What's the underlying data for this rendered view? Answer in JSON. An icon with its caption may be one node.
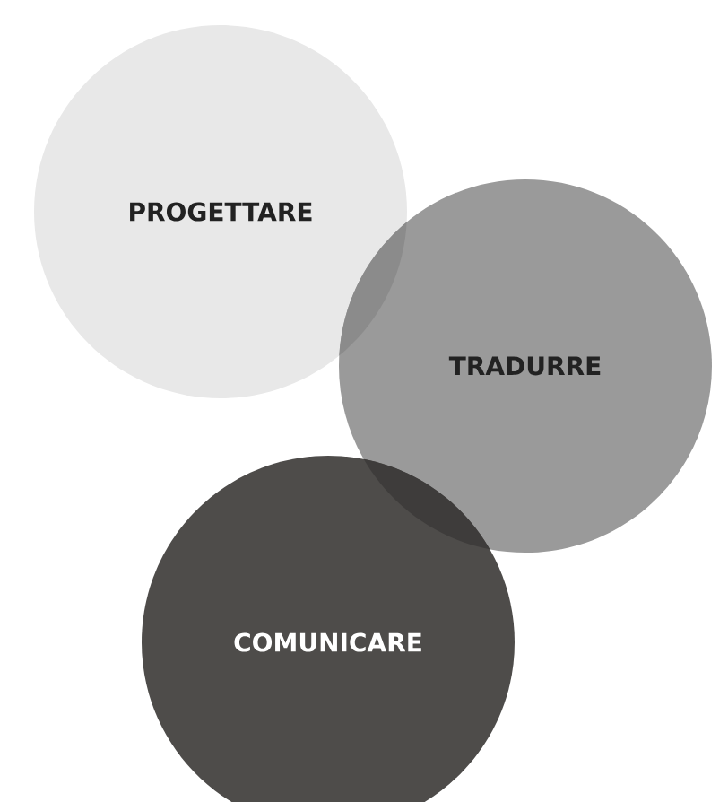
{
  "diagram": {
    "nodes": [
      {
        "text": [
          "PROGETTARE"
        ]
      },
      {
        "text": [
          "TRADURRE"
        ]
      },
      {
        "text": [
          "COMUNICARE"
        ]
      }
    ]
  }
}
